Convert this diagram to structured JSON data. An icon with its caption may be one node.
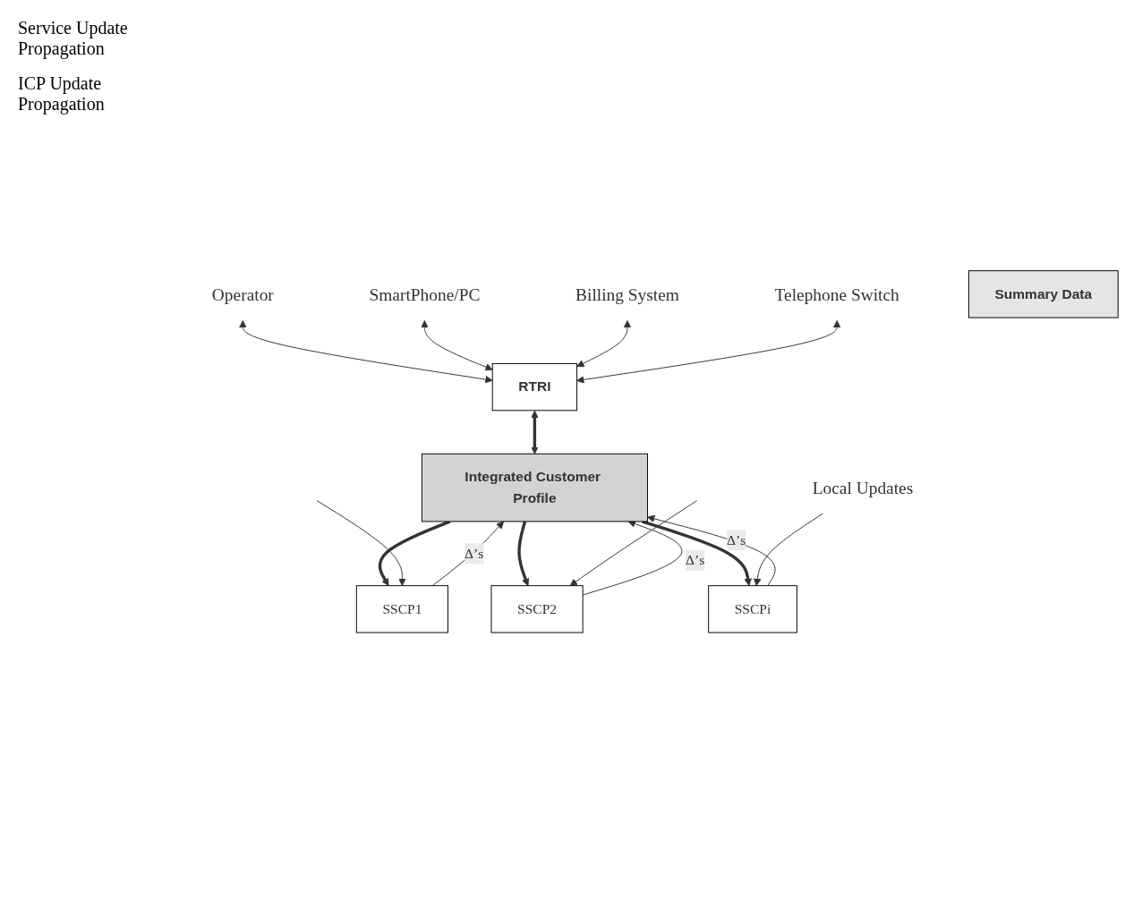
{
  "diagram": {
    "nodes": [
      {
        "text": [
          "Operator"
        ]
      },
      {
        "text": [
          "SmartPhone/PC"
        ]
      },
      {
        "text": [
          "Billing System"
        ]
      },
      {
        "text": [
          "Telephone Switch"
        ]
      },
      {
        "text": [
          "RTRI"
        ]
      },
      {
        "text": [
          "Integrated Customer Profile"
        ]
      },
      {
        "text": [
          "Summary Data"
        ]
      },
      {
        "text": [
          "SSCP1"
        ]
      },
      {
        "text": [
          "SSCP2"
        ]
      },
      {
        "text": [
          "SSCPi"
        ]
      },
      {
        "text": [
          "Local Updates"
        ]
      }
    ],
    "edges": [
      {
        "from": 0,
        "to": 4,
        "arrow": "both"
      },
      {
        "from": 1,
        "to": 4,
        "arrow": "both"
      },
      {
        "from": 2,
        "to": 4,
        "arrow": "both"
      },
      {
        "from": 3,
        "to": 4,
        "arrow": "both"
      },
      {
        "from": 4,
        "to": 5,
        "arrow": "both",
        "style": "thick"
      },
      {
        "from": 5,
        "to": 7,
        "arrow": "to",
        "style": "thick"
      },
      {
        "from": 7,
        "to": 5,
        "arrow": "to",
        "label": "Δ’s"
      },
      {
        "from": 5,
        "to": 8,
        "arrow": "to",
        "style": "thick"
      },
      {
        "from": 8,
        "to": 5,
        "arrow": "to",
        "label": "Δ’s"
      },
      {
        "from": 9,
        "to": 5,
        "arrow": "to",
        "label": "Δ’s"
      },
      {
        "from": 5,
        "to": 9,
        "arrow": "to",
        "style": "thick"
      },
      {
        "from": null,
        "to": 7,
        "arrow": "to"
      },
      {
        "from": null,
        "to": 8,
        "arrow": "to"
      },
      {
        "from": 10,
        "to": 9,
        "arrow": "to"
      }
    ],
    "labels": [
      "Service Update Propagation",
      "ICP Update Propagation"
    ]
  }
}
